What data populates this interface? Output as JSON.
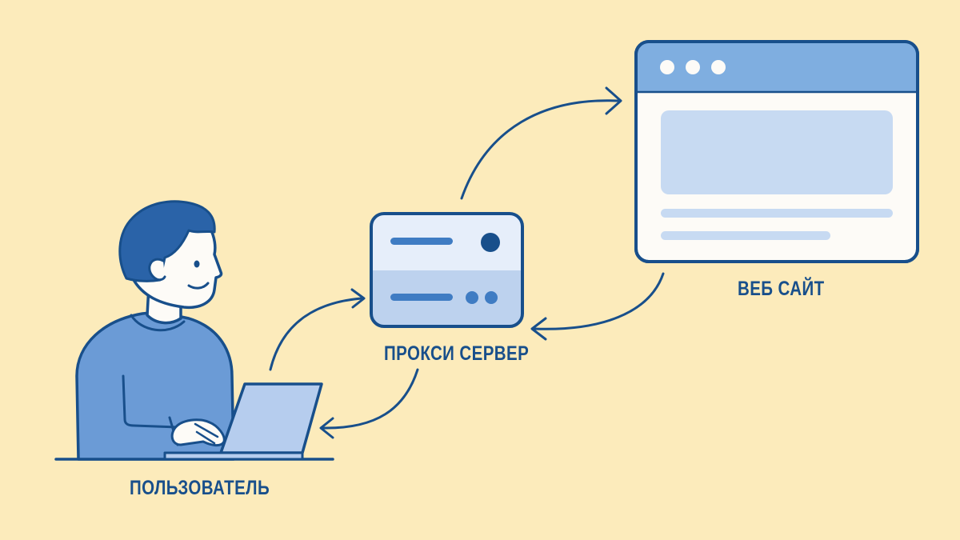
{
  "nodes": {
    "user": {
      "label": "ПОЛЬЗОВАТЕЛЬ",
      "icon": "person-with-laptop-icon"
    },
    "proxy": {
      "label": "ПРОКСИ СЕРВЕР",
      "icon": "server-icon"
    },
    "website": {
      "label": "ВЕБ САЙТ",
      "icon": "browser-window-icon"
    }
  },
  "edges": [
    {
      "from": "user",
      "to": "proxy",
      "direction": "forward"
    },
    {
      "from": "proxy",
      "to": "website",
      "direction": "forward"
    },
    {
      "from": "website",
      "to": "proxy",
      "direction": "return"
    },
    {
      "from": "proxy",
      "to": "user",
      "direction": "return"
    }
  ],
  "colors": {
    "background": "#fcebbb",
    "stroke": "#184f8b",
    "primary_blue": "#6b9bd6",
    "light_blue": "#c7daf2",
    "pale_blue": "#e6eefa",
    "white": "#fdfbf7"
  }
}
